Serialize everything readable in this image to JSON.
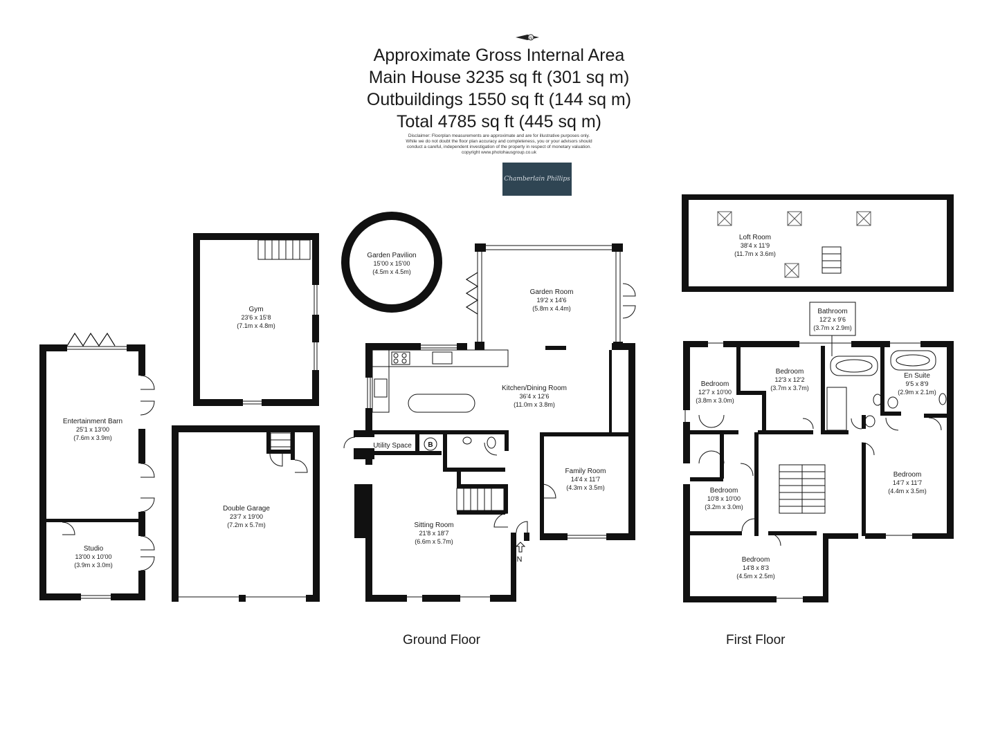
{
  "header": {
    "line1": "Approximate Gross Internal Area",
    "line2": "Main House 3235 sq ft (301 sq m)",
    "line3": "Outbuildings 1550 sq ft (144 sq m)",
    "line4": "Total 4785 sq ft (445 sq m)",
    "disclaimer1": "Disclaimer: Floorplan measurements are approximate and are for illustrative purposes only.",
    "disclaimer2": "While we do not doubt the floor plan accuracy and completeness, you or your advisors should",
    "disclaimer3": "conduct a careful, independent investigation of the property in respect of monetary valuation.",
    "disclaimer4": "copyright www.photohausgroup.co.uk",
    "compass": "N"
  },
  "logo": {
    "text": "Chamberlain Phillips",
    "color": "#2f4553"
  },
  "rooms": {
    "loft": {
      "name": "Loft Room",
      "dim1": "38'4 x 11'9",
      "dim2": "(11.7m x 3.6m)"
    },
    "bathroom": {
      "name": "Bathroom",
      "dim1": "12'2 x 9'6",
      "dim2": "(3.7m x 2.9m)"
    },
    "bed1": {
      "name": "Bedroom",
      "dim1": "12'7 x 10'00",
      "dim2": "(3.8m x 3.0m)"
    },
    "bed2": {
      "name": "Bedroom",
      "dim1": "12'3 x 12'2",
      "dim2": "(3.7m x 3.7m)"
    },
    "ensuite": {
      "name": "En Suite",
      "dim1": "9'5 x 8'9",
      "dim2": "(2.9m x 2.1m)"
    },
    "bed3": {
      "name": "Bedroom",
      "dim1": "14'7 x 11'7",
      "dim2": "(4.4m x 3.5m)"
    },
    "bed4": {
      "name": "Bedroom",
      "dim1": "10'8 x 10'00",
      "dim2": "(3.2m x 3.0m)"
    },
    "bed5": {
      "name": "Bedroom",
      "dim1": "14'8 x 8'3",
      "dim2": "(4.5m x 2.5m)"
    },
    "pavilion": {
      "name": "Garden Pavilion",
      "dim1": "15'00 x 15'00",
      "dim2": "(4.5m x 4.5m)"
    },
    "gym": {
      "name": "Gym",
      "dim1": "23'6 x 15'8",
      "dim2": "(7.1m x 4.8m)"
    },
    "garden": {
      "name": "Garden Room",
      "dim1": "19'2 x 14'6",
      "dim2": "(5.8m x 4.4m)"
    },
    "kitchen": {
      "name": "Kitchen/Dining Room",
      "dim1": "36'4 x 12'6",
      "dim2": "(11.0m x 3.8m)"
    },
    "utility": {
      "name": "Utility Space"
    },
    "family": {
      "name": "Family Room",
      "dim1": "14'4 x 11'7",
      "dim2": "(4.3m x 3.5m)"
    },
    "sitting": {
      "name": "Sitting Room",
      "dim1": "21'8 x 18'7",
      "dim2": "(6.6m x 5.7m)"
    },
    "barn": {
      "name": "Entertainment Barn",
      "dim1": "25'1 x 13'00",
      "dim2": "(7.6m x 3.9m)"
    },
    "studio": {
      "name": "Studio",
      "dim1": "13'00 x 10'00",
      "dim2": "(3.9m x 3.0m)"
    },
    "garage": {
      "name": "Double Garage",
      "dim1": "23'7 x 19'00",
      "dim2": "(7.2m x 5.7m)"
    }
  },
  "markers": {
    "boiler": "B",
    "entrance": "IN"
  },
  "floors": {
    "ground": "Ground Floor",
    "first": "First Floor"
  }
}
